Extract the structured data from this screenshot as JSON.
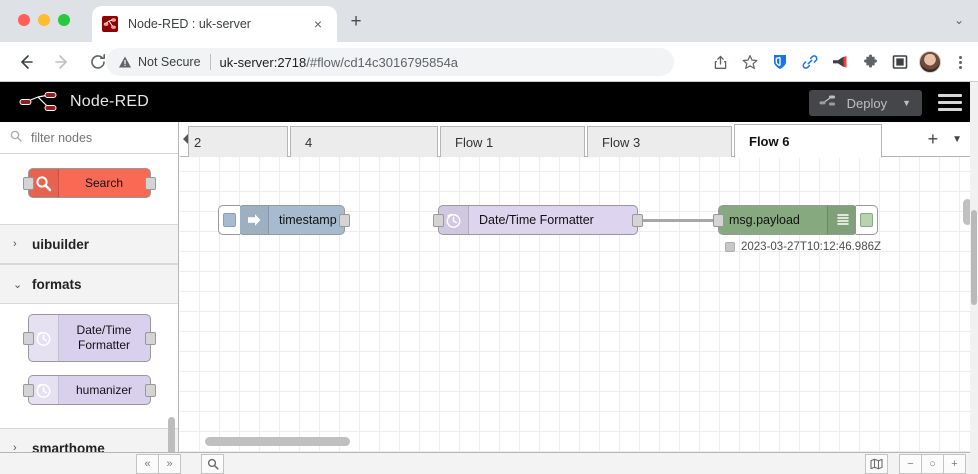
{
  "browser": {
    "tab": {
      "title": "Node-RED : uk-server",
      "favicon": "nodered-favicon",
      "close": "×"
    },
    "new_tab_label": "+",
    "window_chevron": "⌄",
    "omnibox": {
      "security_label": "Not Secure",
      "url_host": "uk-server:2718",
      "url_path": "/#flow/cd14c3016795854a"
    },
    "toolbar_icons": [
      "share-icon",
      "bookmark-star-icon",
      "shield-extension-icon",
      "link-extension-icon",
      "megaphone-extension-icon",
      "puzzle-extensions-icon",
      "window-extension-icon",
      "profile-avatar",
      "kebab-menu-icon"
    ]
  },
  "nodered": {
    "brand": "Node-RED",
    "deploy": {
      "label": "Deploy",
      "caret": "▼"
    },
    "menu": "hamburger-menu"
  },
  "palette": {
    "filter_placeholder": "filter nodes",
    "filter_value": "",
    "nodes_top": [
      {
        "label": "Search",
        "color": "#f96a55",
        "icon": "magnifier-icon"
      }
    ],
    "categories": [
      {
        "name": "uibuilder",
        "expanded": false,
        "chevron": "›"
      },
      {
        "name": "formats",
        "expanded": true,
        "chevron": "⌄"
      },
      {
        "name": "smarthome",
        "expanded": false,
        "chevron": "›"
      }
    ],
    "formats_nodes": [
      {
        "label": "Date/Time Formatter",
        "color": "#d8d0ec",
        "icon": "clock-icon",
        "two_line": true
      },
      {
        "label": "humanizer",
        "color": "#d8d0ec",
        "icon": "clock-icon",
        "two_line": false
      }
    ]
  },
  "flow_tabs": {
    "scroll_left": "◀",
    "tabs": [
      {
        "label": "2",
        "active": false,
        "partial": true
      },
      {
        "label": "4",
        "active": false,
        "partial": false
      },
      {
        "label": "Flow 1",
        "active": false,
        "partial": false
      },
      {
        "label": "Flow 3",
        "active": false,
        "partial": false
      },
      {
        "label": "Flow 6",
        "active": true,
        "partial": false
      }
    ],
    "add_label": "+",
    "caret": "▼"
  },
  "canvas": {
    "nodes": [
      {
        "id": "inject",
        "label": "timestamp",
        "type": "inject",
        "color": "#a6bbcf",
        "icon": "inject-arrow-icon"
      },
      {
        "id": "formatter",
        "label": "Date/Time Formatter",
        "type": "function",
        "color": "#ddd5ef",
        "icon": "clock-icon"
      },
      {
        "id": "debug",
        "label": "msg.payload",
        "type": "debug",
        "color": "#87a980",
        "icon": "debug-lines-icon"
      }
    ],
    "debug_status": "2023-03-27T10:12:46.986Z"
  },
  "footer": {
    "buttons": [
      {
        "name": "collapse-all",
        "glyph": "«"
      },
      {
        "name": "expand-all",
        "glyph": "»"
      },
      {
        "name": "search-flows",
        "glyph": "search-icon"
      },
      {
        "name": "navigator",
        "glyph": "map-icon"
      },
      {
        "name": "zoom-out",
        "glyph": "−"
      },
      {
        "name": "zoom-reset",
        "glyph": "○"
      },
      {
        "name": "zoom-in",
        "glyph": "+"
      }
    ]
  }
}
